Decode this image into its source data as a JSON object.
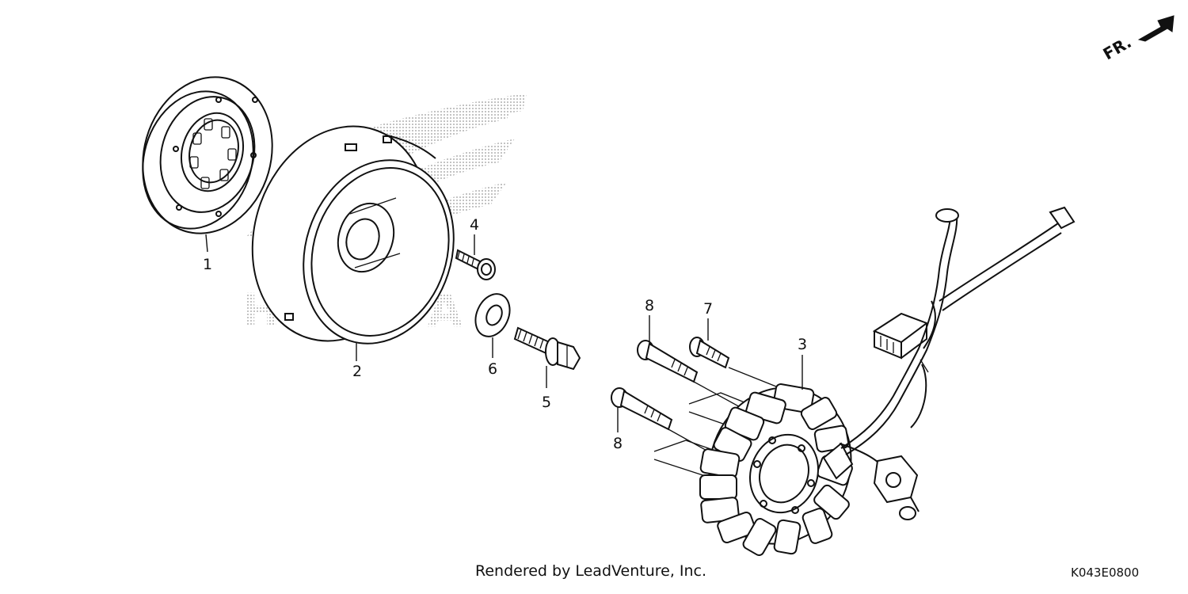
{
  "diagram": {
    "callouts": [
      {
        "id": "1",
        "label": "1"
      },
      {
        "id": "2",
        "label": "2"
      },
      {
        "id": "3",
        "label": "3"
      },
      {
        "id": "4",
        "label": "4"
      },
      {
        "id": "5",
        "label": "5"
      },
      {
        "id": "6",
        "label": "6"
      },
      {
        "id": "7",
        "label": "7"
      },
      {
        "id": "8a",
        "label": "8"
      },
      {
        "id": "8b",
        "label": "8"
      }
    ],
    "direction_label": "FR.",
    "watermark_text": "HONDA"
  },
  "footer": {
    "credit": "Rendered by LeadVenture, Inc.",
    "diagram_code": "K043E0800"
  },
  "colors": {
    "ink": "#111111",
    "background": "#ffffff",
    "watermark": "#c8c8c8"
  }
}
